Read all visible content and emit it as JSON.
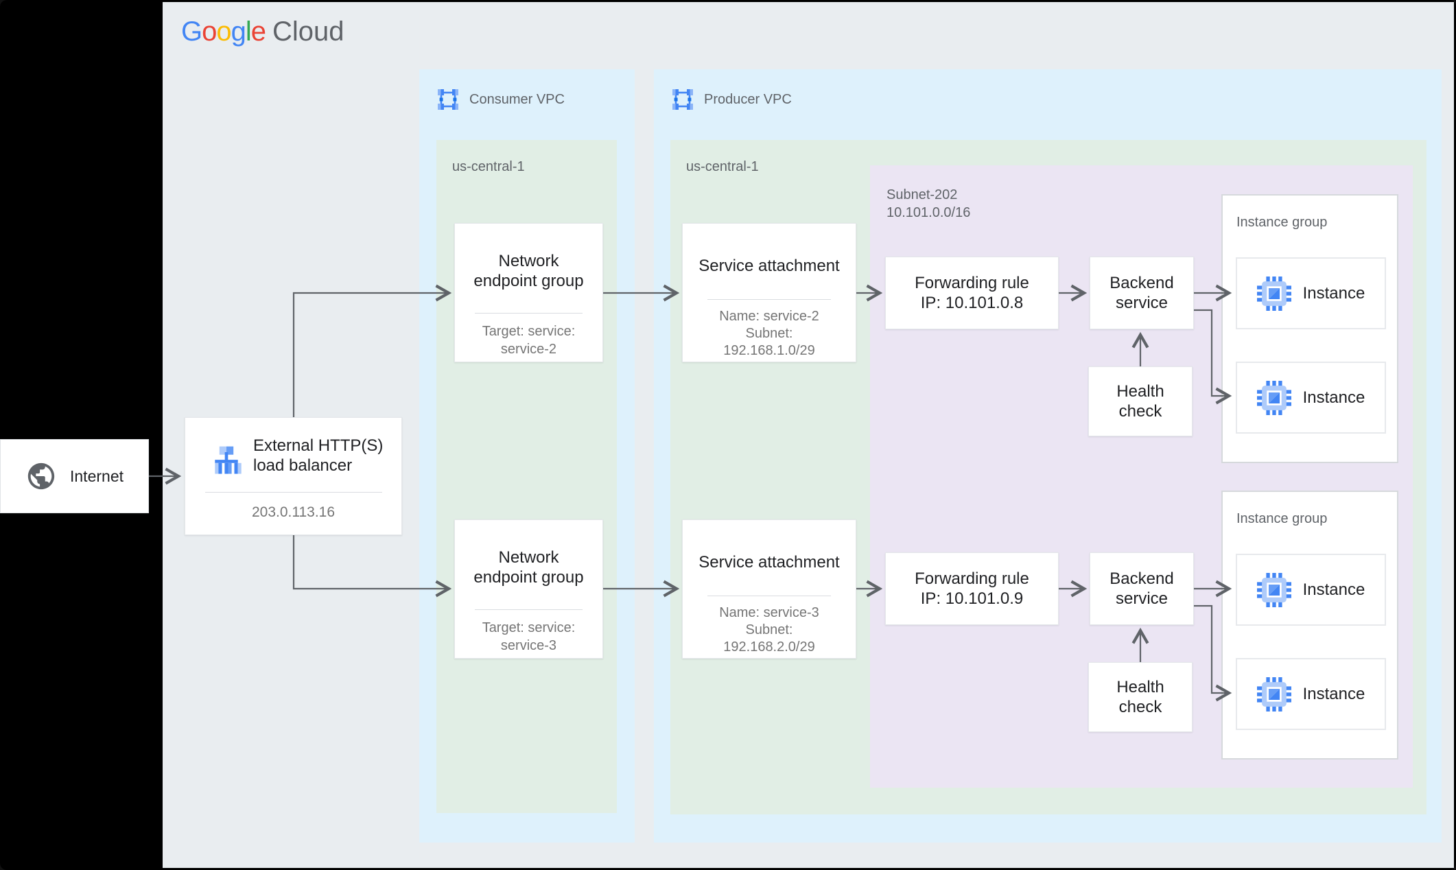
{
  "colors": {
    "background": "#000000",
    "canvas": "#e9edf0",
    "vpc_fill": "#def1fc",
    "region_fill": "#e1eee5",
    "subnet_fill": "#ebe5f3",
    "card_fill": "#ffffff",
    "connector": "#5f6368",
    "text_primary": "#202124",
    "text_secondary": "#757575",
    "label_gray": "#5f6368",
    "google_blue": "#4285F4",
    "google_red": "#EA4335",
    "google_yellow": "#FBBC05",
    "google_green": "#34A853",
    "icon_blue_light": "#aecbfa",
    "icon_blue_mid": "#669df6",
    "icon_blue_dark": "#4285f4"
  },
  "logo": {
    "letters": [
      "G",
      "o",
      "o",
      "g",
      "l",
      "e"
    ],
    "product": "Cloud"
  },
  "internet": {
    "label": "Internet",
    "icon": "globe-icon"
  },
  "load_balancer": {
    "icon": "load-balancer-icon",
    "title_line1": "External HTTP(S)",
    "title_line2": "load balancer",
    "ip": "203.0.113.16"
  },
  "consumer_vpc": {
    "label": "Consumer VPC",
    "icon": "vpc-network-icon",
    "region": {
      "label": "us-central-1",
      "endpoint_groups": [
        {
          "title_line1": "Network",
          "title_line2": "endpoint group",
          "sub_line1": "Target: service:",
          "sub_line2": "service-2"
        },
        {
          "title_line1": "Network",
          "title_line2": "endpoint group",
          "sub_line1": "Target: service:",
          "sub_line2": "service-3"
        }
      ]
    }
  },
  "producer_vpc": {
    "label": "Producer VPC",
    "icon": "vpc-network-icon",
    "region": {
      "label": "us-central-1",
      "service_attachments": [
        {
          "title": "Service attachment",
          "sub_line1": "Name: service-2",
          "sub_line2": "Subnet:",
          "sub_line3": "192.168.1.0/29"
        },
        {
          "title": "Service attachment",
          "sub_line1": "Name: service-3",
          "sub_line2": "Subnet:",
          "sub_line3": "192.168.2.0/29"
        }
      ],
      "subnet": {
        "name": "Subnet-202",
        "cidr": "10.101.0.0/16",
        "rows": [
          {
            "forwarding_rule_line1": "Forwarding rule",
            "forwarding_rule_line2": "IP: 10.101.0.8",
            "backend_service_line1": "Backend",
            "backend_service_line2": "service",
            "health_check_line1": "Health",
            "health_check_line2": "check",
            "instance_group": {
              "label": "Instance group",
              "instances": [
                {
                  "label": "Instance",
                  "icon": "compute-instance-icon"
                },
                {
                  "label": "Instance",
                  "icon": "compute-instance-icon"
                }
              ]
            }
          },
          {
            "forwarding_rule_line1": "Forwarding rule",
            "forwarding_rule_line2": "IP: 10.101.0.9",
            "backend_service_line1": "Backend",
            "backend_service_line2": "service",
            "health_check_line1": "Health",
            "health_check_line2": "check",
            "instance_group": {
              "label": "Instance group",
              "instances": [
                {
                  "label": "Instance",
                  "icon": "compute-instance-icon"
                },
                {
                  "label": "Instance",
                  "icon": "compute-instance-icon"
                }
              ]
            }
          }
        ]
      }
    }
  }
}
